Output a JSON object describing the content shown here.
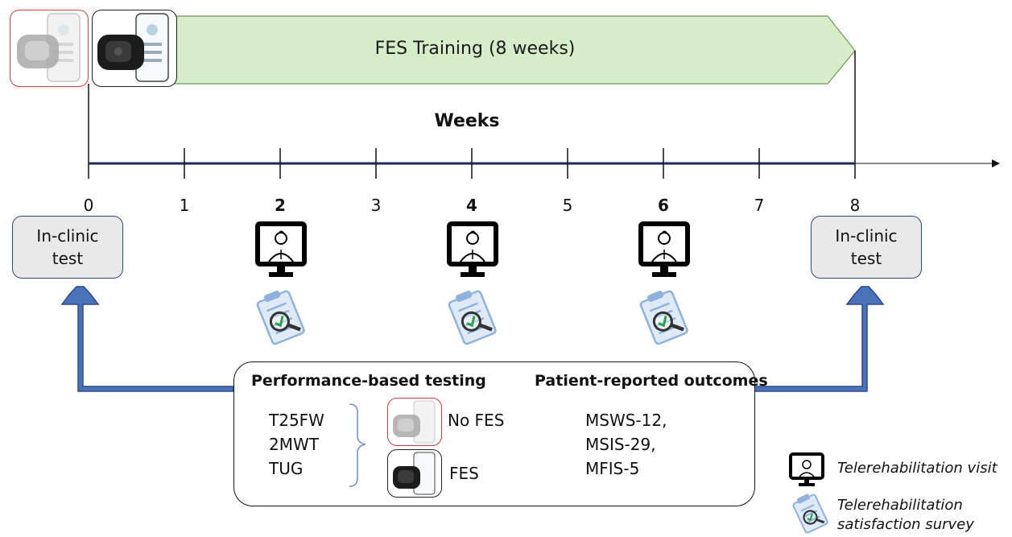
{
  "timeline": {
    "phase_label": "FES Training (8 weeks)",
    "axis_title": "Weeks",
    "ticks": [
      {
        "label": "0",
        "bold": false
      },
      {
        "label": "1",
        "bold": false
      },
      {
        "label": "2",
        "bold": true
      },
      {
        "label": "3",
        "bold": false
      },
      {
        "label": "4",
        "bold": true
      },
      {
        "label": "5",
        "bold": false
      },
      {
        "label": "6",
        "bold": true
      },
      {
        "label": "7",
        "bold": false
      },
      {
        "label": "8",
        "bold": false
      }
    ],
    "telerehab_weeks": [
      "2",
      "4",
      "6"
    ]
  },
  "clinic_start": {
    "label": "In-clinic\ntest"
  },
  "clinic_end": {
    "label": "In-clinic\ntest"
  },
  "summary": {
    "performance_title": "Performance-based testing",
    "tests": [
      "T25FW",
      "2MWT",
      "TUG"
    ],
    "option_no_fes": "No FES",
    "option_fes": "FES",
    "patient_title": "Patient-reported outcomes",
    "outcomes": [
      "MSWS-12,",
      "MSIS-29,",
      "MFIS-5"
    ]
  },
  "legend": {
    "visit_label": "Telerehabilitation visit",
    "survey_line1": "Telerehabilitation",
    "survey_line2": "satisfaction survey"
  },
  "colors": {
    "phase_fill": "#d7ecc9",
    "phase_stroke": "#6f9a55",
    "axis": "#1f2a5a",
    "arrow_fill": "#4a72b8",
    "arrow_stroke": "#2c4a8a",
    "survey_blue": "#8fb2dc",
    "check_green": "#2aa14a"
  }
}
